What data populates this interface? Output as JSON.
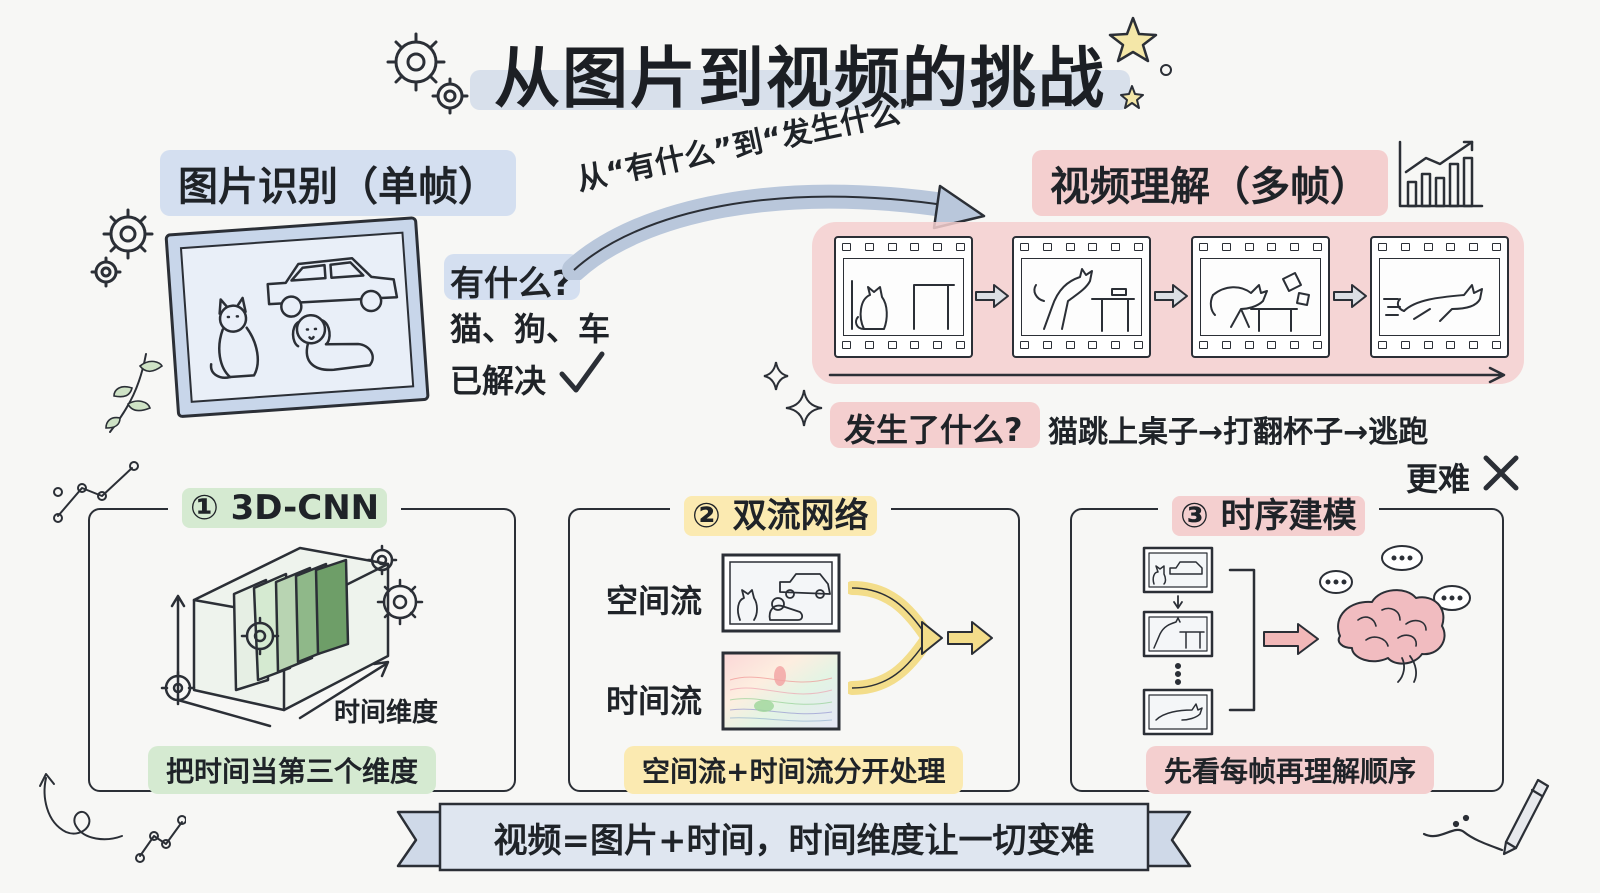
{
  "title": "从图片到视频的挑战",
  "image_section": {
    "label": "图片识别（单帧）",
    "question": "有什么?",
    "answer": "猫、狗、车",
    "status": "已解决"
  },
  "arrow_text": "从“有什么”到“发生什么”",
  "video_section": {
    "label": "视频理解（多帧）",
    "question": "发生了什么?",
    "answer": "猫跳上桌子→打翻杯子→逃跑",
    "status": "更难"
  },
  "panels": [
    {
      "title": "① 3D-CNN",
      "axis_label": "时间维度",
      "caption": "把时间当第三个维度"
    },
    {
      "title": "② 双流网络",
      "spatial_label": "空间流",
      "temporal_label": "时间流",
      "caption": "空间流+时间流分开处理"
    },
    {
      "title": "③ 时序建模",
      "caption": "先看每帧再理解顺序"
    }
  ],
  "bottom_banner": "视频=图片+时间，时间维度让一切变难",
  "colors": {
    "blue": "#d4dff0",
    "red": "#f4cfcf",
    "green": "#d5ead1",
    "yellow": "#fbeab1",
    "ink": "#2b2f36"
  }
}
